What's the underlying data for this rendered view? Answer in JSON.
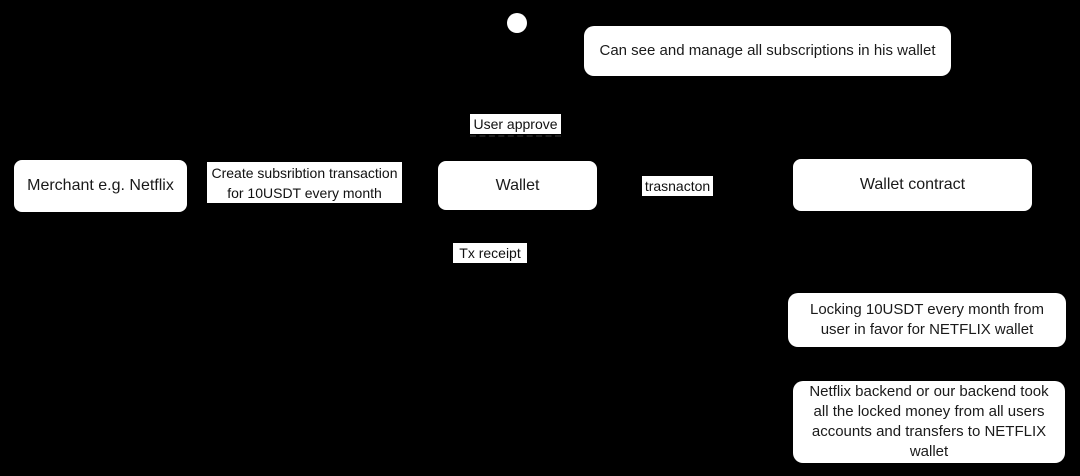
{
  "diagram": {
    "colors": {
      "background": "#000000",
      "node_fill": "#ffffff",
      "text": "#1a1a1a"
    },
    "actor": {
      "head_symbol": "circle"
    },
    "participants": {
      "merchant": "Merchant e.g. Netflix",
      "wallet": "Wallet",
      "wallet_contract": "Wallet contract"
    },
    "messages": {
      "create_subscription": "Create subsribtion transaction\nfor 10USDT every month",
      "user_approve": "User approve",
      "transaction": "trasnacton",
      "tx_receipt": "Tx receipt"
    },
    "notes": {
      "manage_subscriptions": "Can see and manage all subscriptions in his wallet",
      "locking": "Locking 10USDT every month from\nuser in favor for NETFLIX wallet",
      "backend_transfer": "Netflix backend or our backend took\nall the locked money from all users\naccounts and transfers to NETFLIX\nwallet"
    }
  }
}
